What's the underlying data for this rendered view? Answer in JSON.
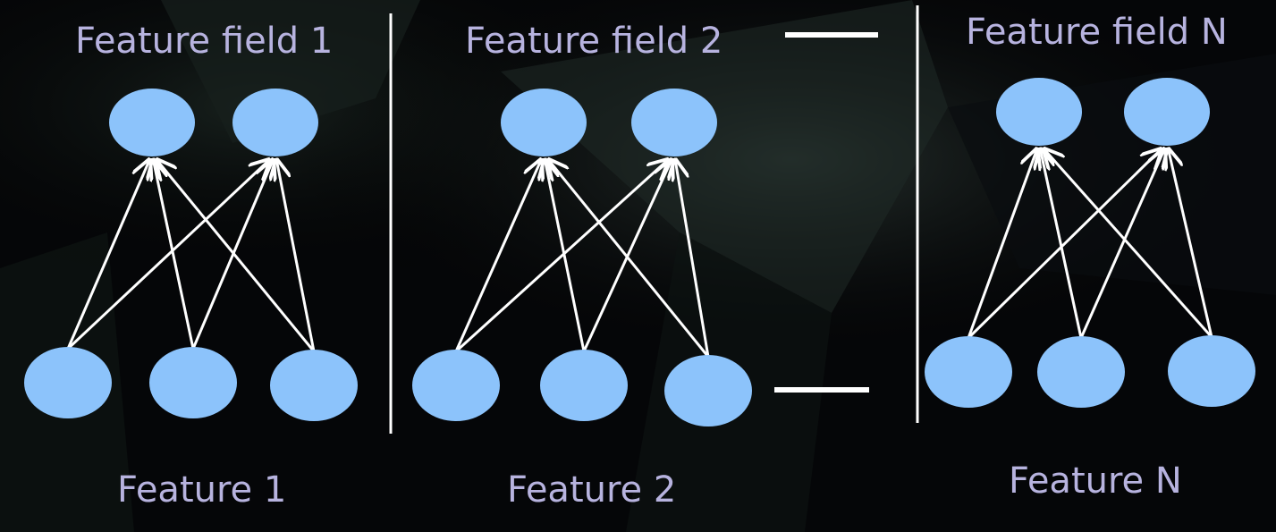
{
  "colors": {
    "background": "#050608",
    "node_fill": "#8cc3fb",
    "edge": "#ffffff",
    "text": "#b7b3df",
    "divider": "#ffffff"
  },
  "fields": [
    {
      "title": "Feature field 1",
      "feature_label": "Feature 1"
    },
    {
      "title": "Feature field 2",
      "feature_label": "Feature 2"
    },
    {
      "title": "Feature field N",
      "feature_label": "Feature N"
    }
  ]
}
